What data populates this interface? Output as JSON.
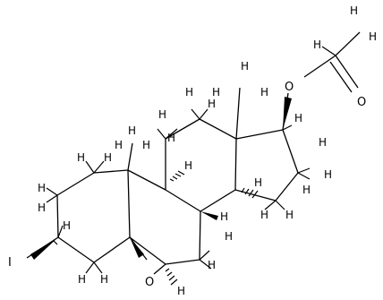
{
  "labels": {
    "oxygen": "O",
    "hydrogen": "H",
    "iodine": "I"
  }
}
